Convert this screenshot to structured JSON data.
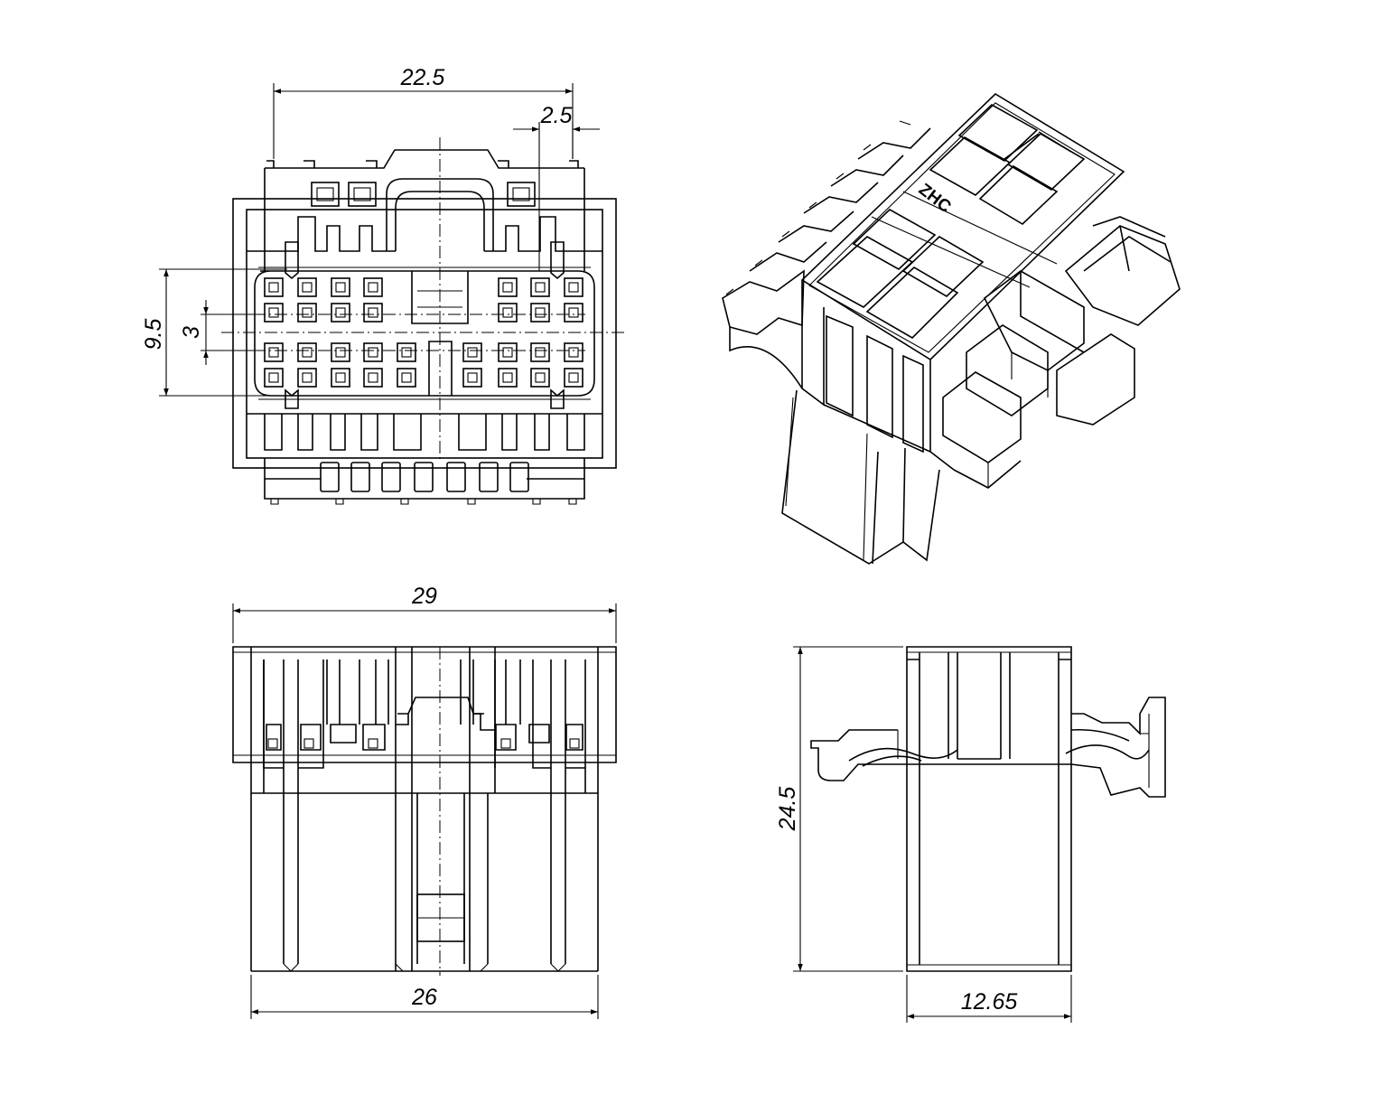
{
  "drawing": {
    "front_view": {
      "dim_width_top": "22.5",
      "dim_pitch": "2.5",
      "dim_height": "9.5",
      "dim_row_gap": "3"
    },
    "top_view": {
      "dim_overall_width": "29",
      "dim_body_width": "26"
    },
    "side_view": {
      "dim_height": "24.5",
      "dim_depth": "12.65"
    },
    "iso_view": {
      "logo_text": "ZHC"
    }
  }
}
